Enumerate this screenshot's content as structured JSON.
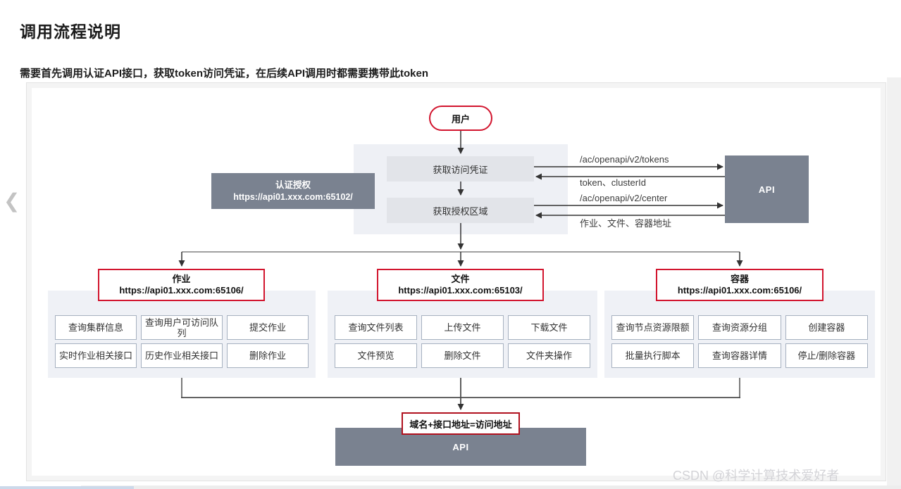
{
  "page": {
    "title": "调用流程说明",
    "subtitle": "需要首先调用认证API接口，获取token访问凭证，在后续API调用时都需要携带此token",
    "chevron": "❮",
    "watermark": "CSDN @科学计算技术爱好者"
  },
  "colors": {
    "accent_red": "#d2152e",
    "result_red": "#b1121f",
    "slate_gray": "#7a8290",
    "flow_container_bg": "#eef0f5",
    "step_bg": "#e2e4e9",
    "section_container_bg": "#eff1f6",
    "button_border": "#a6b1c0"
  },
  "diagram": {
    "user_node": "用户",
    "flow_steps": [
      "获取访问凭证",
      "获取授权区域"
    ],
    "auth_box": {
      "title": "认证授权",
      "url": "https://api01.xxx.com:65102/"
    },
    "api_node": "API",
    "api_bottom_node": "API",
    "arrow_labels": [
      "/ac/openapi/v2/tokens",
      "token、clusterId",
      "/ac/openapi/v2/center",
      "作业、文件、容器地址"
    ],
    "sections": [
      {
        "title": "作业",
        "url": "https://api01.xxx.com:65106/",
        "buttons": [
          "查询集群信息",
          "查询用户可访问队列",
          "提交作业",
          "实时作业相关接口",
          "历史作业相关接口",
          "删除作业"
        ]
      },
      {
        "title": "文件",
        "url": "https://api01.xxx.com:65103/",
        "buttons": [
          "查询文件列表",
          "上传文件",
          "下载文件",
          "文件预览",
          "删除文件",
          "文件夹操作"
        ]
      },
      {
        "title": "容器",
        "url": "https://api01.xxx.com:65106/",
        "buttons": [
          "查询节点资源限额",
          "查询资源分组",
          "创建容器",
          "批量执行脚本",
          "查询容器详情",
          "停止/删除容器"
        ]
      }
    ],
    "result_box": "域名+接口地址=访问地址"
  }
}
